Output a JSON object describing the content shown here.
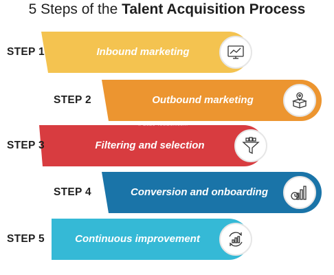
{
  "title": {
    "regular": "5 Steps of the ",
    "bold": "Talent Acquisition Process"
  },
  "watermark": "© 2020 Toolbox.com",
  "steps": [
    {
      "label": "STEP 1",
      "text": "Inbound marketing",
      "color": "#f4c350",
      "icon": "marketing-dashboard-icon"
    },
    {
      "label": "STEP 2",
      "text": "Outbound marketing",
      "color": "#ec9530",
      "icon": "box-location-icon"
    },
    {
      "label": "STEP 3",
      "text": "Filtering and selection",
      "color": "#d83c40",
      "icon": "funnel-icon"
    },
    {
      "label": "STEP 4",
      "text": "Conversion and onboarding",
      "color": "#1a74a8",
      "icon": "growth-chart-clock-icon"
    },
    {
      "label": "STEP 5",
      "text": "Continuous improvement",
      "color": "#35b9d6",
      "icon": "cycle-growth-icon"
    }
  ]
}
